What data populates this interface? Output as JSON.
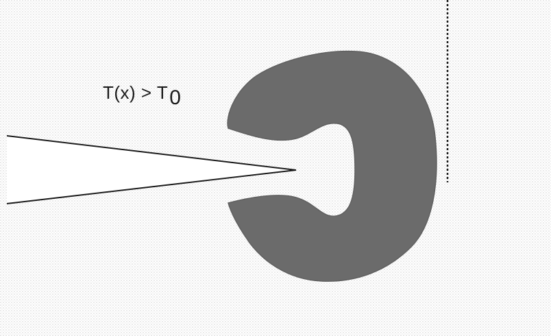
{
  "diagram": {
    "label": {
      "main": "T(x) > T",
      "subscript": "0"
    },
    "colors": {
      "background": "#ffffff",
      "stipple": "#d2d2d2",
      "shape_fill": "#6b6b6b",
      "shape_edge": "#5f5f5f",
      "wedge_fill": "#ffffff",
      "line": "#1a1a1a"
    },
    "elements": [
      "stipple-background",
      "wedge",
      "c-shape",
      "dashed-boundary",
      "inequality-label"
    ]
  }
}
